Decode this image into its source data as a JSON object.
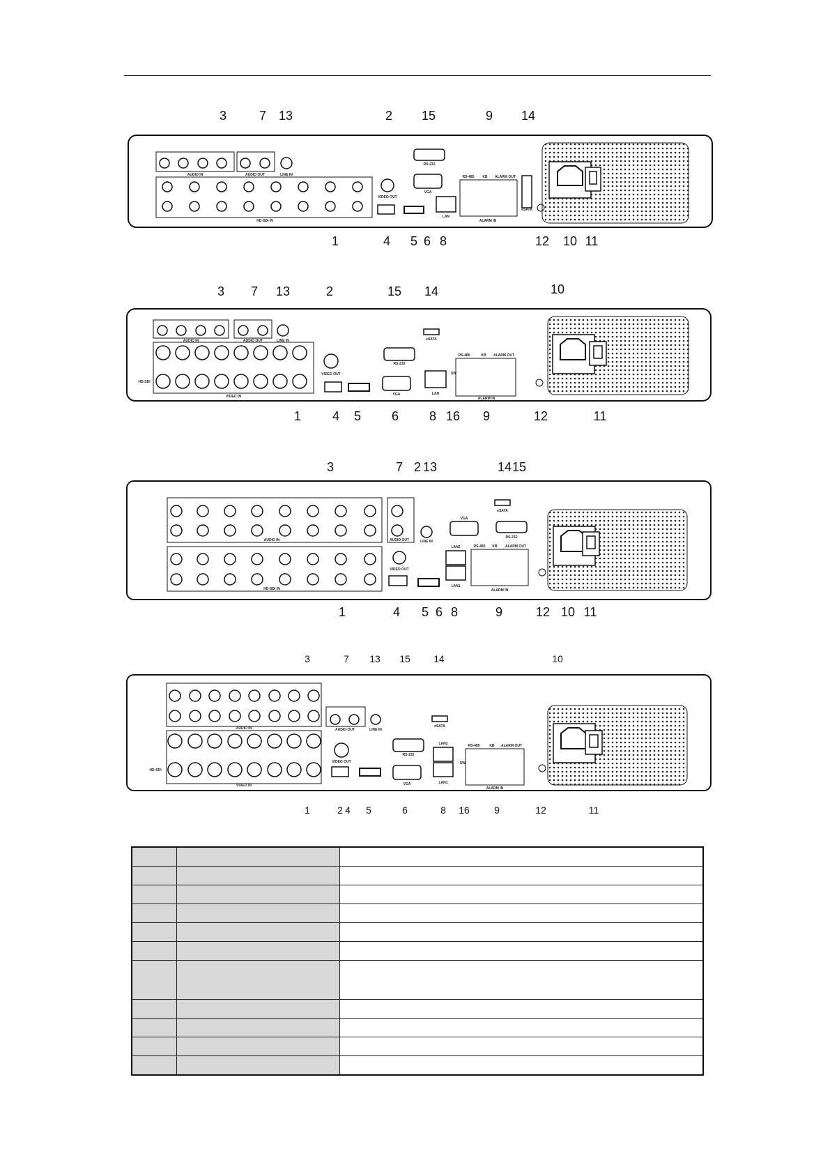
{
  "panels": [
    {
      "callouts": [
        "3",
        "7",
        "13",
        "2",
        "15",
        "9",
        "14",
        "1",
        "4",
        "5",
        "6",
        "8",
        "12",
        "10",
        "11"
      ],
      "labels": {
        "audio_in": "AUDIO IN",
        "audio_out": "AUDIO OUT",
        "line_in": "LINE IN",
        "video_out": "VIDEO OUT",
        "rs232": "RS-232",
        "vga": "VGA",
        "lan": "LAN",
        "hdsdi": "HD-SDI IN",
        "rs485": "RS-485",
        "kb": "KB",
        "alarm_out": "ALARM OUT",
        "alarm_in": "ALARM IN",
        "esata": "eSATA"
      }
    },
    {
      "callouts": [
        "3",
        "7",
        "13",
        "2",
        "15",
        "14",
        "10",
        "1",
        "4",
        "5",
        "6",
        "8",
        "16",
        "9",
        "12",
        "11"
      ],
      "labels": {
        "audio_in": "AUDIO IN",
        "audio_out": "AUDIO OUT",
        "line_in": "LINE IN",
        "video_out": "VIDEO OUT",
        "rs232": "RS-232",
        "vga": "VGA",
        "lan": "LAN",
        "hdsdi": "HD-SDI",
        "video_in": "VIDEO IN",
        "esata": "eSATA",
        "rs485": "RS-485",
        "kb": "KB",
        "alarm_out": "ALARM OUT",
        "alarm_in": "ALARM IN",
        "sw": "SW"
      }
    },
    {
      "callouts": [
        "3",
        "7",
        "2",
        "13",
        "14",
        "15",
        "1",
        "4",
        "5",
        "6",
        "8",
        "9",
        "12",
        "10",
        "11"
      ],
      "labels": {
        "audio_in": "AUDIO IN",
        "audio_out": "AUDIO OUT",
        "line_in": "LINE IN",
        "video_out": "VIDEO OUT",
        "vga": "VGA",
        "lan2": "LAN2",
        "lan1": "LAN1",
        "hdsdi": "HD-SDI IN",
        "esata": "eSATA",
        "rs232": "RS-232",
        "rs485": "RS-485",
        "kb": "KB",
        "alarm_out": "ALARM OUT",
        "alarm_in": "ALARM IN"
      }
    },
    {
      "callouts": [
        "3",
        "7",
        "13",
        "15",
        "14",
        "10",
        "1",
        "2",
        "4",
        "5",
        "6",
        "8",
        "16",
        "9",
        "12",
        "11"
      ],
      "labels": {
        "audio_in": "AUDIO IN",
        "audio_out": "AUDIO OUT",
        "line_in": "LINE IN",
        "video_out": "VIDEO OUT",
        "vga": "VGA",
        "rs232": "RS-232",
        "lan2": "LAN2",
        "lan1": "LAN1",
        "hdsdi": "HD-SDI",
        "video_in": "VIDEO IN",
        "esata": "eSATA",
        "rs485": "RS-485",
        "kb": "KB",
        "alarm_out": "ALARM OUT",
        "alarm_in": "ALARM IN",
        "sw": "SW"
      }
    }
  ],
  "table": {
    "rows": 11
  }
}
